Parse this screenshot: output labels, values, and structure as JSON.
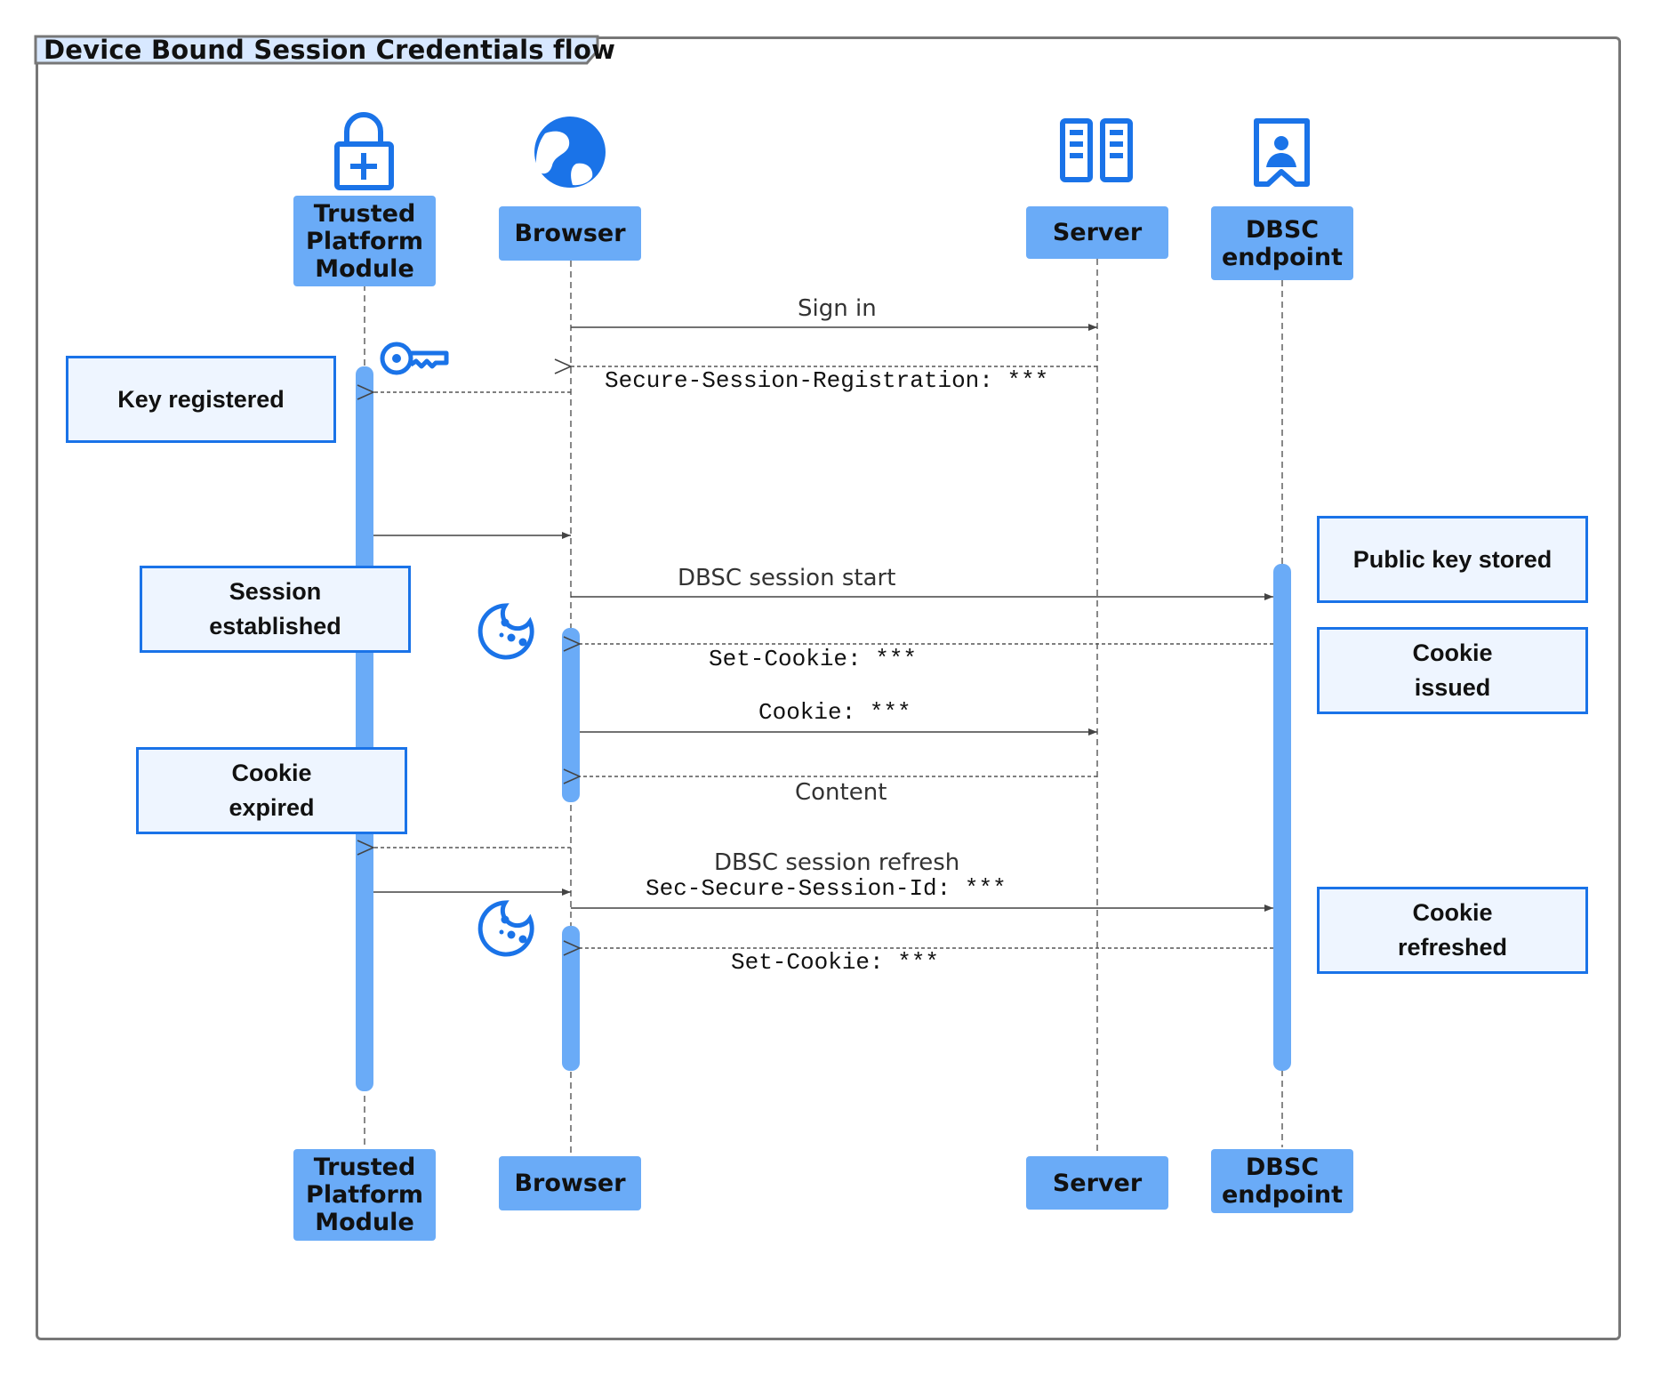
{
  "title": "Device Bound Session Credentials flow",
  "colors": {
    "actor_fill": "#6aabf7",
    "note_fill": "#eef5ff",
    "note_border": "#1a73e8",
    "icon_blue": "#1a73e8",
    "title_tab_fill": "#d8e8ff"
  },
  "actors": {
    "tpm": "Trusted\nPlatform\nModule",
    "browser": "Browser",
    "server": "Server",
    "dbsc": "DBSC\nendpoint"
  },
  "icons": {
    "tpm": "lock-plus-icon",
    "browser": "globe-icon",
    "server": "server-rack-icon",
    "dbsc": "id-badge-icon",
    "key": "key-icon",
    "cookie": "cookie-icon"
  },
  "messages": {
    "sign_in": "Sign in",
    "registration": "Secure-Session-Registration: ***",
    "session_start": "DBSC session start",
    "set_cookie_1": "Set-Cookie: ***",
    "cookie": "Cookie: ***",
    "content": "Content",
    "session_refresh": "DBSC session refresh",
    "session_id": "Sec-Secure-Session-Id: ***",
    "set_cookie_2": "Set-Cookie: ***"
  },
  "notes": {
    "key_registered": "Key registered",
    "public_key_stored": "Public key stored",
    "session_established": "Session\nestablished",
    "cookie_issued": "Cookie\nissued",
    "cookie_expired": "Cookie\nexpired",
    "cookie_refreshed": "Cookie\nrefreshed"
  }
}
